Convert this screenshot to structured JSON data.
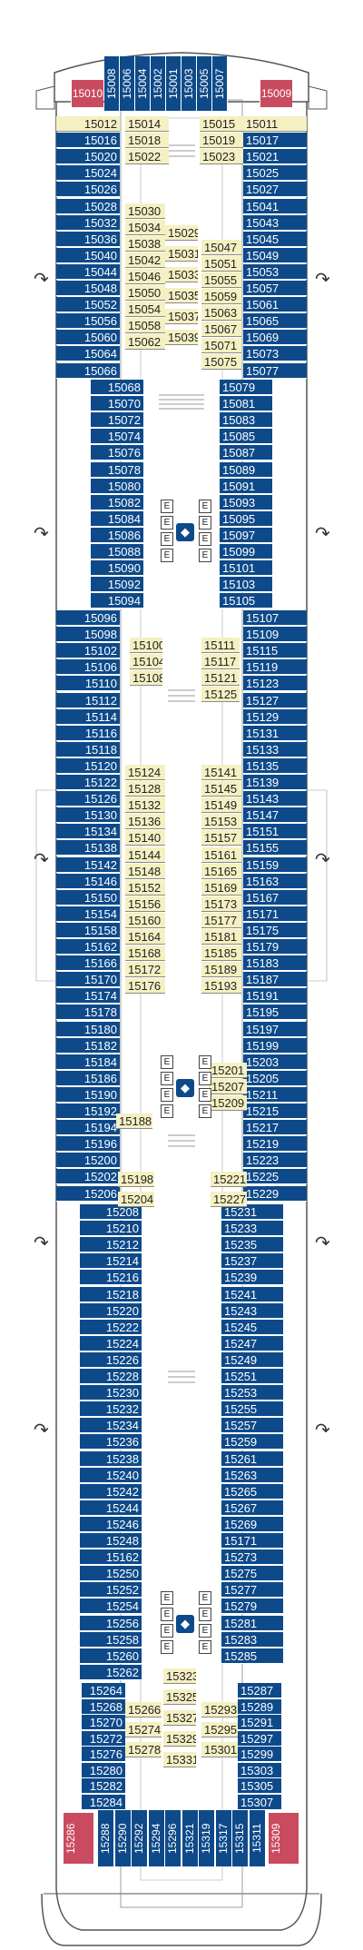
{
  "deck": {
    "colors": {
      "suite": "#0e4a8a",
      "balcony_interior": "#f5f0c2",
      "special": "#c94b60",
      "hull": "#ffffff",
      "outline": "#555555"
    },
    "bow_top": [
      "15008",
      "15006",
      "15004",
      "15002",
      "15001",
      "15003",
      "15005",
      "15007"
    ],
    "bow_corners": [
      "15010",
      "15009"
    ],
    "stern_corners": [
      "15286",
      "15309"
    ],
    "stern_bottom": [
      "15288",
      "15290",
      "15292",
      "15294",
      "15296",
      "15321",
      "15319",
      "15317",
      "15315",
      "15311"
    ],
    "left_outer": [
      "15012",
      "15016",
      "15020",
      "15024",
      "15026",
      "15028",
      "15032",
      "15036",
      "15040",
      "15044",
      "15048",
      "15052",
      "15056",
      "15060",
      "15064",
      "15066"
    ],
    "left_mid1": [
      "15068",
      "15070",
      "15072",
      "15074",
      "15076",
      "15078",
      "15080",
      "15082",
      "15084",
      "15086",
      "15088",
      "15090",
      "15092",
      "15094"
    ],
    "left_outer2": [
      "15096",
      "15098",
      "15102",
      "15106",
      "15110",
      "15112",
      "15114",
      "15116",
      "15118",
      "15120",
      "15122",
      "15126",
      "15130",
      "15134",
      "15138",
      "15142",
      "15146",
      "15150",
      "15154",
      "15158"
    ],
    "left_mid2": [
      "15162",
      "15166",
      "15170",
      "15174",
      "15178",
      "15180",
      "15182",
      "15184",
      "15186",
      "15190",
      "15192",
      "15194",
      "15196",
      "15200",
      "15202",
      "15206"
    ],
    "left_mid3": [
      "15208",
      "15210",
      "15212",
      "15214",
      "15216",
      "15218",
      "15220",
      "15222",
      "15224",
      "15226",
      "15228",
      "15230",
      "15232",
      "15234",
      "15236",
      "15238",
      "15240",
      "15242",
      "15244",
      "15246",
      "15248",
      "15162",
      "15250",
      "15252",
      "15254",
      "15256",
      "15258",
      "15260",
      "15262"
    ],
    "left_aft": [
      "15264",
      "15268",
      "15270",
      "15272",
      "15276",
      "15280",
      "15282",
      "15284"
    ],
    "right_outer": [
      "15011",
      "15017",
      "15021",
      "15025",
      "15027",
      "15041",
      "15043",
      "15045",
      "15049",
      "15053",
      "15057",
      "15061",
      "15065",
      "15069",
      "15073",
      "15077"
    ],
    "right_mid1": [
      "15079",
      "15081",
      "15083",
      "15085",
      "15087",
      "15089",
      "15091",
      "15093",
      "15095",
      "15097",
      "15099",
      "15101",
      "15103",
      "15105"
    ],
    "right_outer2": [
      "15107",
      "15109",
      "15115",
      "15119",
      "15123",
      "15127",
      "15129",
      "15131",
      "15133",
      "15135",
      "15139",
      "15143",
      "15147",
      "15151",
      "15155",
      "15159",
      "15163",
      "15167",
      "15171",
      "15175"
    ],
    "right_mid2": [
      "15179",
      "15183",
      "15187",
      "15191",
      "15195",
      "15197",
      "15199",
      "15203",
      "15205",
      "15211",
      "15215",
      "15217",
      "15219",
      "15223",
      "15225",
      "15229"
    ],
    "right_mid3": [
      "15231",
      "15233",
      "15235",
      "15237",
      "15239",
      "15241",
      "15243",
      "15245",
      "15247",
      "15249",
      "15251",
      "15253",
      "15255",
      "15257",
      "15259",
      "15261",
      "15263",
      "15265",
      "15267",
      "15269",
      "15171",
      "15273",
      "15275",
      "15277",
      "15279",
      "15281",
      "15283",
      "15285"
    ],
    "right_aft": [
      "15287",
      "15289",
      "15291",
      "15297",
      "15299",
      "15303",
      "15305",
      "15307"
    ],
    "inner_fwd_left": [
      "15014",
      "15018",
      "15022"
    ],
    "inner_fwd_right": [
      "15015",
      "15019",
      "15023"
    ],
    "inner_a_left": [
      "15030",
      "15034",
      "15038",
      "15042",
      "15046",
      "15050",
      "15054",
      "15058",
      "15062"
    ],
    "inner_a_center": [
      "15029",
      "15031",
      "15033",
      "15035",
      "15037",
      "15039"
    ],
    "inner_a_right": [
      "15047",
      "15051",
      "15055",
      "15059",
      "15063",
      "15067",
      "15071",
      "15075"
    ],
    "inner_b_left": [
      "15100",
      "15104",
      "15108"
    ],
    "inner_b_right": [
      "15111",
      "15117",
      "15121",
      "15125"
    ],
    "inner_c_left": [
      "15124",
      "15128",
      "15132",
      "15136",
      "15140",
      "15144",
      "15148",
      "15152",
      "15156",
      "15160",
      "15164",
      "15168",
      "15172",
      "15176"
    ],
    "inner_c_right": [
      "15141",
      "15145",
      "15149",
      "15153",
      "15157",
      "15161",
      "15165",
      "15169",
      "15173",
      "15177",
      "15181",
      "15185",
      "15189",
      "15193"
    ],
    "inner_d_right": [
      "15201",
      "15207",
      "15209"
    ],
    "inner_d_left": [
      "15188"
    ],
    "inner_e_left": [
      "15198",
      "15204"
    ],
    "inner_e_right": [
      "15221",
      "15227"
    ],
    "inner_f_center": [
      "15323",
      "15325",
      "15327",
      "15329",
      "15331"
    ],
    "inner_f_left": [
      "15266",
      "15274",
      "15278"
    ],
    "inner_f_right": [
      "15293",
      "15295",
      "15301"
    ],
    "elevator_letter": "E"
  }
}
